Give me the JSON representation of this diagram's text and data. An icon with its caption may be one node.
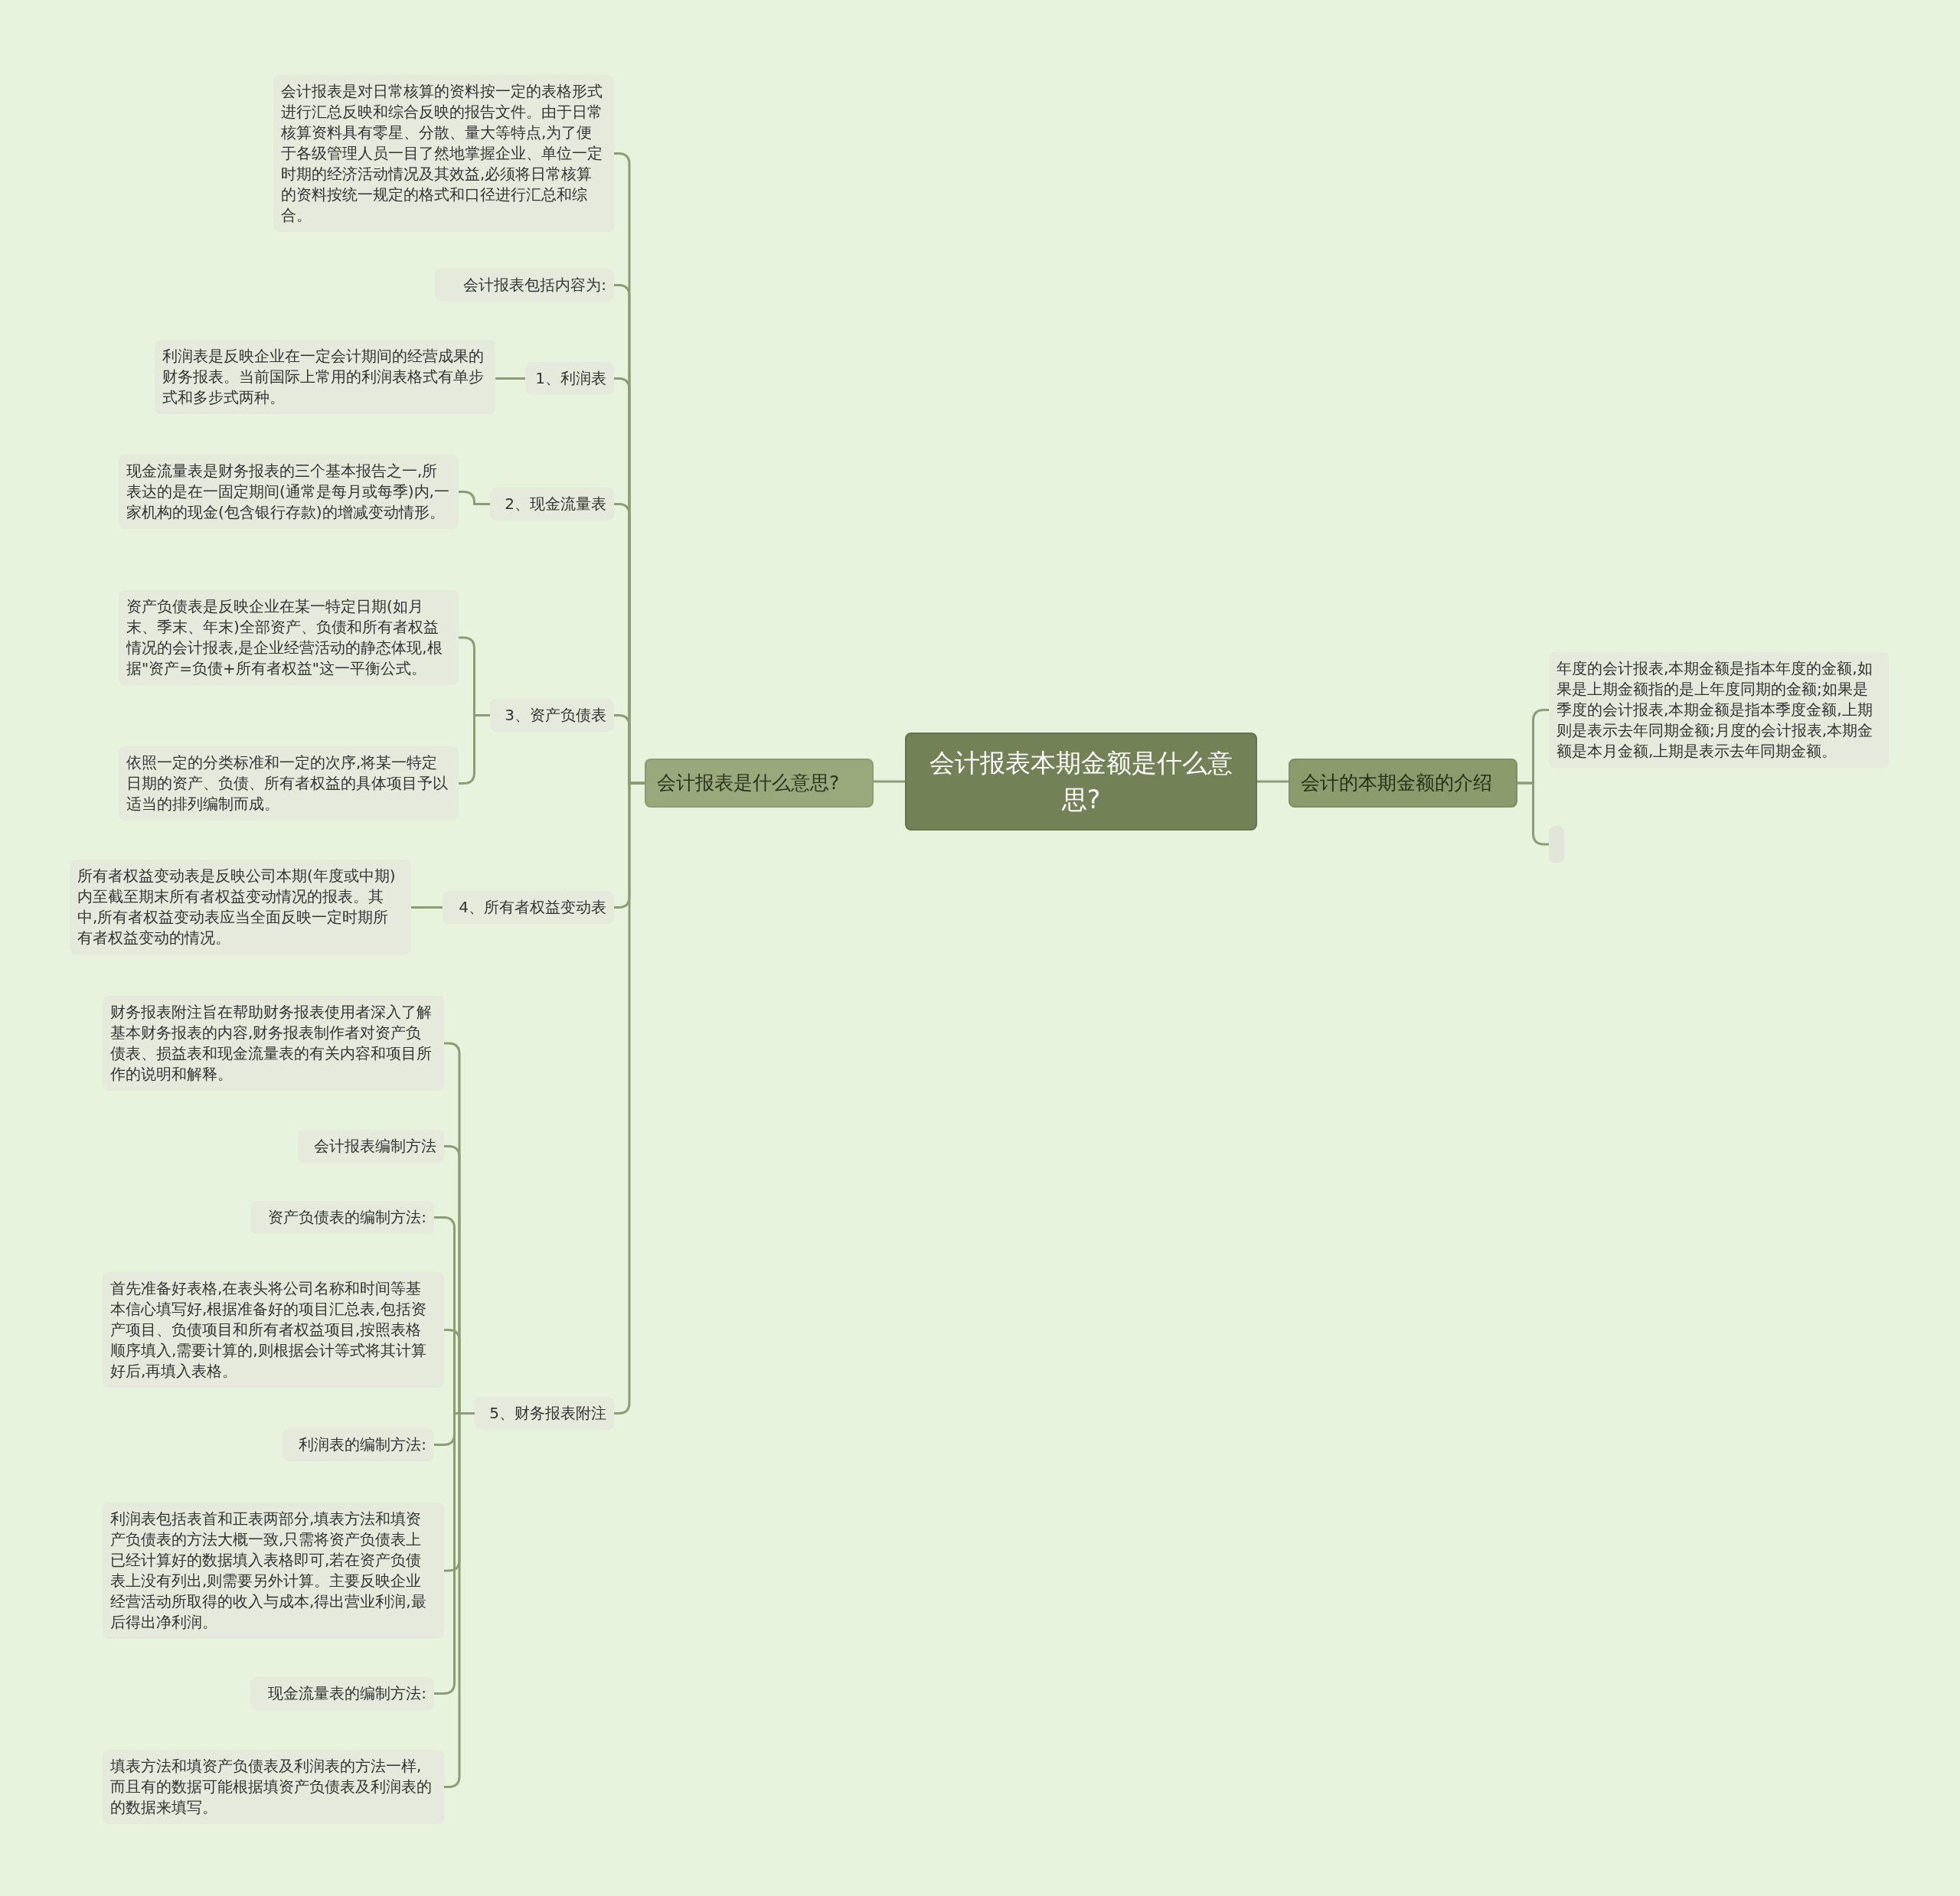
{
  "diagram": {
    "nodes": [
      {
        "text": [
          "会计报表本期金额是什么意思?"
        ]
      },
      {
        "text": [
          "会计报表是什么意思?"
        ]
      },
      {
        "text": [
          "会计报表是对日常核算的资料按一定的表格形式进行汇总反映和综合反映的报告文件。由于日常核算资料具有零星、分散、量大等特点,为了便于各级管理人员一目了然地掌握企业、单位一定时期的经济活动情况及其效益,必须将日常核算的资料按统一规定的格式和口径进行汇总和综合。"
        ]
      },
      {
        "text": [
          "会计报表包括内容为:"
        ]
      },
      {
        "text": [
          "1、利润表"
        ]
      },
      {
        "text": [
          "利润表是反映企业在一定会计期间的经营成果的财务报表。当前国际上常用的利润表格式有单步式和多步式两种。"
        ]
      },
      {
        "text": [
          "2、现金流量表"
        ]
      },
      {
        "text": [
          "现金流量表是财务报表的三个基本报告之一,所表达的是在一固定期间(通常是每月或每季)内,一家机构的现金(包含银行存款)的增减变动情形。"
        ]
      },
      {
        "text": [
          "3、资产负债表"
        ]
      },
      {
        "text": [
          "资产负债表是反映企业在某一特定日期(如月末、季末、年末)全部资产、负债和所有者权益情况的会计报表,是企业经营活动的静态体现,根据\"资产=负债+所有者权益\"这一平衡公式。"
        ]
      },
      {
        "text": [
          "依照一定的分类标准和一定的次序,将某一特定日期的资产、负债、所有者权益的具体项目予以适当的排列编制而成。"
        ]
      },
      {
        "text": [
          "4、所有者权益变动表"
        ]
      },
      {
        "text": [
          "所有者权益变动表是反映公司本期(年度或中期)内至截至期末所有者权益变动情况的报表。其中,所有者权益变动表应当全面反映一定时期所有者权益变动的情况。"
        ]
      },
      {
        "text": [
          "5、财务报表附注"
        ]
      },
      {
        "text": [
          "财务报表附注旨在帮助财务报表使用者深入了解基本财务报表的内容,财务报表制作者对资产负债表、损益表和现金流量表的有关内容和项目所作的说明和解释。"
        ]
      },
      {
        "text": [
          "会计报表编制方法"
        ]
      },
      {
        "text": [
          "资产负债表的编制方法:"
        ]
      },
      {
        "text": [
          "首先准备好表格,在表头将公司名称和时间等基本信心填写好,根据准备好的项目汇总表,包括资产项目、负债项目和所有者权益项目,按照表格顺序填入,需要计算的,则根据会计等式将其计算好后,再填入表格。"
        ]
      },
      {
        "text": [
          "利润表的编制方法:"
        ]
      },
      {
        "text": [
          "利润表包括表首和正表两部分,填表方法和填资产负债表的方法大概一致,只需将资产负债表上已经计算好的数据填入表格即可,若在资产负债表上没有列出,则需要另外计算。主要反映企业经营活动所取得的收入与成本,得出营业利润,最后得出净利润。"
        ]
      },
      {
        "text": [
          "现金流量表的编制方法:"
        ]
      },
      {
        "text": [
          "填表方法和填资产负债表及利润表的方法一样,而且有的数据可能根据填资产负债表及利润表的的数据来填写。"
        ]
      },
      {
        "text": [
          "会计的本期金额的介绍"
        ]
      },
      {
        "text": [
          "年度的会计报表,本期金额是指本年度的金额,如果是上期金额指的是上年度同期的金额;如果是季度的会计报表,本期金额是指本季度金额,上期则是表示去年同期金额;月度的会计报表,本期金额是本月金额,上期是表示去年同期金额。"
        ]
      },
      {
        "text": [],
        "shape": "box"
      }
    ],
    "edges": [
      {
        "from": 0,
        "to": 1,
        "arrow": "none"
      },
      {
        "from": 1,
        "to": 2,
        "arrow": "none"
      },
      {
        "from": 1,
        "to": 3,
        "arrow": "none"
      },
      {
        "from": 1,
        "to": 4,
        "arrow": "none"
      },
      {
        "from": 4,
        "to": 5,
        "arrow": "none"
      },
      {
        "from": 1,
        "to": 6,
        "arrow": "none"
      },
      {
        "from": 6,
        "to": 7,
        "arrow": "none"
      },
      {
        "from": 1,
        "to": 8,
        "arrow": "none"
      },
      {
        "from": 8,
        "to": 9,
        "arrow": "none"
      },
      {
        "from": 8,
        "to": 10,
        "arrow": "none"
      },
      {
        "from": 1,
        "to": 11,
        "arrow": "none"
      },
      {
        "from": 11,
        "to": 12,
        "arrow": "none"
      },
      {
        "from": 1,
        "to": 13,
        "arrow": "none"
      },
      {
        "from": 13,
        "to": 14,
        "arrow": "none"
      },
      {
        "from": 13,
        "to": 15,
        "arrow": "none"
      },
      {
        "from": 13,
        "to": 16,
        "arrow": "none"
      },
      {
        "from": 13,
        "to": 17,
        "arrow": "none"
      },
      {
        "from": 13,
        "to": 18,
        "arrow": "none"
      },
      {
        "from": 13,
        "to": 19,
        "arrow": "none"
      },
      {
        "from": 13,
        "to": 20,
        "arrow": "none"
      },
      {
        "from": 13,
        "to": 21,
        "arrow": "none"
      },
      {
        "from": 0,
        "to": 22,
        "arrow": "none"
      },
      {
        "from": 22,
        "to": 23,
        "arrow": "none"
      },
      {
        "from": 22,
        "to": 24,
        "arrow": "none"
      }
    ]
  }
}
